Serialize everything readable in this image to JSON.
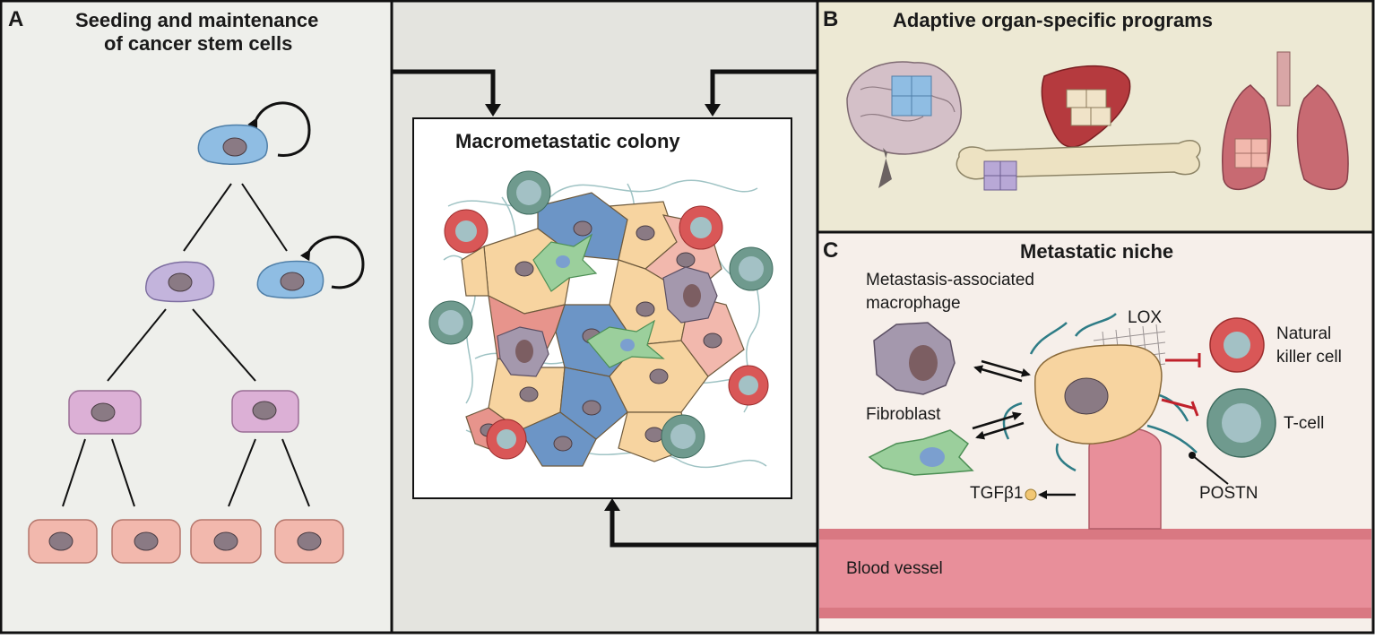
{
  "panel_a": {
    "letter": "A",
    "title_line1": "Seeding and maintenance",
    "title_line2": "of cancer stem cells"
  },
  "center": {
    "title": "Macrometastatic colony"
  },
  "panel_b": {
    "letter": "B",
    "title": "Adaptive organ-specific programs"
  },
  "panel_c": {
    "letter": "C",
    "title": "Metastatic niche",
    "macrophage_line1": "Metastasis-associated",
    "macrophage_line2": "macrophage",
    "lox": "LOX",
    "nk_line1": "Natural",
    "nk_line2": "killer cell",
    "fibroblast": "Fibroblast",
    "tcell": "T-cell",
    "tgfb1": "TGFβ1",
    "postn": "POSTN",
    "blood_vessel": "Blood vessel"
  },
  "colors": {
    "panel_a_bg": "#eeefeb",
    "center_bg": "#e4e4df",
    "panel_b_bg": "#ede9d4",
    "panel_c_bg": "#f6efea",
    "stem_blue": "#8fbde3",
    "progenitor_purple": "#c3b4dc",
    "mid_pink": "#dcb0d6",
    "diff_salmon": "#f2b8ad",
    "tumor_orange": "#f7d4a0",
    "vessel_pink": "#e88f9a",
    "inhibit_red": "#c0212b",
    "fiber_teal": "#2e7c86"
  }
}
